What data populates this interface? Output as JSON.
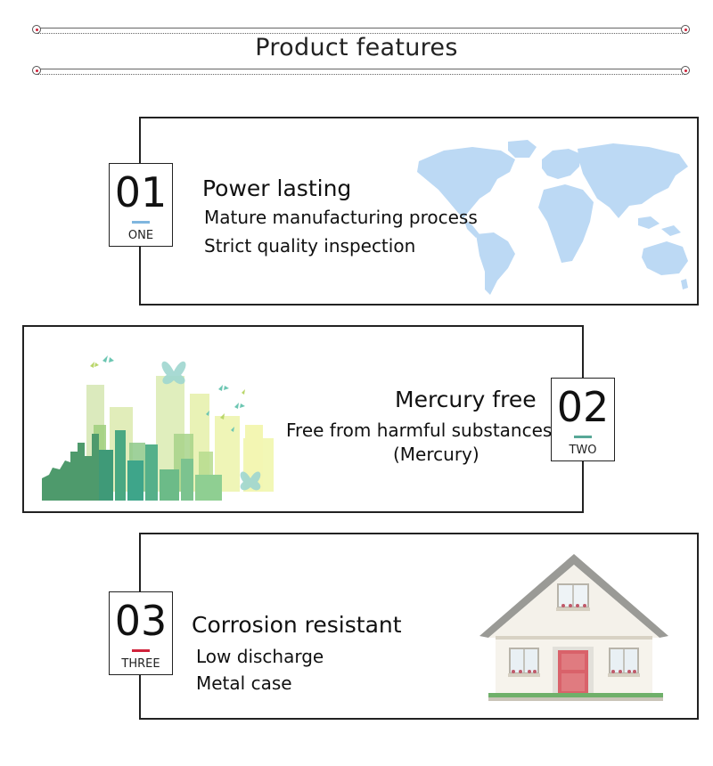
{
  "header": {
    "title": "Product features"
  },
  "colors": {
    "accent_blue": "#7fb6df",
    "accent_teal": "#58a897",
    "accent_red": "#d0233b",
    "map_blue": "#bcd9f4"
  },
  "features": [
    {
      "number": "01",
      "word": "ONE",
      "title": "Power lasting",
      "lines": [
        "Mature manufacturing process",
        "Strict quality inspection"
      ],
      "icon": "world-map-icon"
    },
    {
      "number": "02",
      "word": "TWO",
      "title": "Mercury free",
      "lines": [
        "Free from harmful substances",
        "(Mercury)"
      ],
      "icon": "green-city-icon"
    },
    {
      "number": "03",
      "word": "THREE",
      "title": "Corrosion resistant",
      "lines": [
        "Low discharge",
        "Metal case"
      ],
      "icon": "house-icon"
    }
  ]
}
